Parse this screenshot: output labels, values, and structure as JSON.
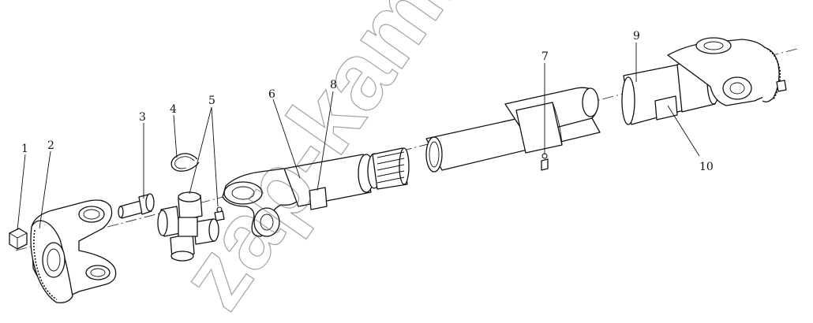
{
  "watermark": "zap-kam.ru",
  "callouts": [
    {
      "id": "c1",
      "label": "1"
    },
    {
      "id": "c2",
      "label": "2"
    },
    {
      "id": "c3",
      "label": "3"
    },
    {
      "id": "c4",
      "label": "4"
    },
    {
      "id": "c5",
      "label": "5"
    },
    {
      "id": "c6",
      "label": "6"
    },
    {
      "id": "c7",
      "label": "7"
    },
    {
      "id": "c8",
      "label": "8"
    },
    {
      "id": "c9",
      "label": "9"
    },
    {
      "id": "c10",
      "label": "10"
    }
  ]
}
